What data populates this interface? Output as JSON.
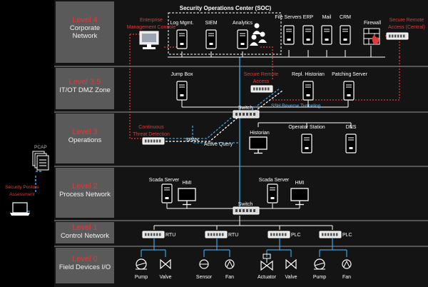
{
  "levels": [
    {
      "num": "Level 4",
      "title": "Corporate Network"
    },
    {
      "num": "Level 3.5",
      "title": "IT/OT DMZ Zone"
    },
    {
      "num": "Level 3",
      "title": "Operations"
    },
    {
      "num": "Level 2",
      "title": "Process Network"
    },
    {
      "num": "Level 1",
      "title": "Control Network"
    },
    {
      "num": "Level 0",
      "title": "Field Devices I/O"
    }
  ],
  "left": {
    "pcap": "PCAP",
    "security_posture": "Security Posture Assessment"
  },
  "level4": {
    "soc_title": "Security Operations Center (SOC)",
    "ems": "Enterprise Management Console",
    "log": "Log Mgmt.",
    "siem": "SIEM",
    "analytics": "Analytics",
    "file_servers": "File Servers",
    "erp": "ERP",
    "mail": "Mail",
    "crm": "CRM",
    "firewall": "Firewall",
    "secure_remote_access": "Secure Remote Access (Central)"
  },
  "level35": {
    "jump_box": "Jump Box",
    "secure_remote_access": "Secure Remote Access",
    "repl_historian": "Repl. Historian",
    "patching_server": "Patching Server",
    "switch": "Switch",
    "ssh": "SSH Reverse Tunneling"
  },
  "level3": {
    "continuous": "Continuous Threat Detection",
    "span": "SPAN",
    "active_query": "Active Query",
    "historian": "Historian",
    "operator_station": "Operator Station",
    "dns": "DNS"
  },
  "level2": {
    "scada1": "Scada Server",
    "hmi1": "HMI",
    "scada2": "Scada Server",
    "hmi2": "HMI",
    "switch": "Switch"
  },
  "level1": {
    "rtu1": "RTU",
    "rtu2": "RTU",
    "plc1": "PLC",
    "plc2": "PLC"
  },
  "level0": {
    "pump1": "Pump",
    "valve1": "Valve",
    "sensor": "Sensor",
    "fan1": "Fan",
    "actuator": "Actuator",
    "valve2": "Valve",
    "pump2": "Pump",
    "fan2": "Fan"
  }
}
